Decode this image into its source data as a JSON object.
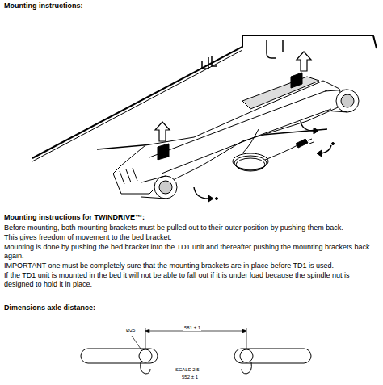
{
  "diagram": {
    "title": "Mounting instructions:",
    "labels": [
      "Mounting instructions for TWINDRIVE™:",
      "Before mounting, both mounting brackets must be pulled out to their outer position by pushing them back.",
      "This gives freedom of movement to the bed bracket.",
      "Mounting is done by pushing the bed bracket into the TD1 unit and thereafter pushing the mounting brackets back again.",
      "IMPORTANT one must be completely sure that the mounting brackets are in place before TD1 is used.",
      "If the TD1 unit is mounted in the bed it will not be able to fall out if it is under load because the spindle nut is designed to hold it in place.",
      "Dimensions axle distance:",
      "Ø25",
      "581 ± 1",
      "SCALE 2:5",
      "552 ± 1"
    ]
  }
}
